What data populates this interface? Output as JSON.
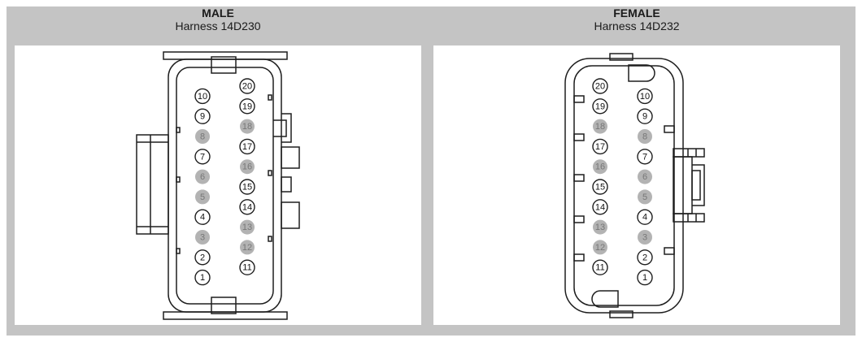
{
  "colors": {
    "frame": "#c4c4c4",
    "inactive_pin": "#b3b3b3",
    "inactive_text": "#777777",
    "line": "#1e1e1e"
  },
  "male": {
    "title": "MALE",
    "subtitle": "Harness  14D230",
    "pins": [
      {
        "label": "20",
        "col": 1,
        "row": 0,
        "active": true
      },
      {
        "label": "10",
        "col": 0,
        "row": 1,
        "active": true
      },
      {
        "label": "19",
        "col": 1,
        "row": 2,
        "active": true
      },
      {
        "label": "9",
        "col": 0,
        "row": 3,
        "active": true
      },
      {
        "label": "18",
        "col": 1,
        "row": 4,
        "active": false
      },
      {
        "label": "8",
        "col": 0,
        "row": 5,
        "active": false
      },
      {
        "label": "17",
        "col": 1,
        "row": 6,
        "active": true
      },
      {
        "label": "7",
        "col": 0,
        "row": 7,
        "active": true
      },
      {
        "label": "16",
        "col": 1,
        "row": 8,
        "active": false
      },
      {
        "label": "6",
        "col": 0,
        "row": 9,
        "active": false
      },
      {
        "label": "15",
        "col": 1,
        "row": 10,
        "active": true
      },
      {
        "label": "5",
        "col": 0,
        "row": 11,
        "active": false
      },
      {
        "label": "14",
        "col": 1,
        "row": 12,
        "active": true
      },
      {
        "label": "4",
        "col": 0,
        "row": 13,
        "active": true
      },
      {
        "label": "13",
        "col": 1,
        "row": 14,
        "active": false
      },
      {
        "label": "3",
        "col": 0,
        "row": 15,
        "active": false
      },
      {
        "label": "12",
        "col": 1,
        "row": 16,
        "active": false
      },
      {
        "label": "2",
        "col": 0,
        "row": 17,
        "active": true
      },
      {
        "label": "11",
        "col": 1,
        "row": 18,
        "active": true
      },
      {
        "label": "1",
        "col": 0,
        "row": 19,
        "active": true
      }
    ]
  },
  "female": {
    "title": "FEMALE",
    "subtitle": "Harness  14D232",
    "pins": [
      {
        "label": "20",
        "col": 0,
        "row": 0,
        "active": true
      },
      {
        "label": "10",
        "col": 1,
        "row": 1,
        "active": true
      },
      {
        "label": "19",
        "col": 0,
        "row": 2,
        "active": true
      },
      {
        "label": "9",
        "col": 1,
        "row": 3,
        "active": true
      },
      {
        "label": "18",
        "col": 0,
        "row": 4,
        "active": false
      },
      {
        "label": "8",
        "col": 1,
        "row": 5,
        "active": false
      },
      {
        "label": "17",
        "col": 0,
        "row": 6,
        "active": true
      },
      {
        "label": "7",
        "col": 1,
        "row": 7,
        "active": true
      },
      {
        "label": "16",
        "col": 0,
        "row": 8,
        "active": false
      },
      {
        "label": "6",
        "col": 1,
        "row": 9,
        "active": false
      },
      {
        "label": "15",
        "col": 0,
        "row": 10,
        "active": true
      },
      {
        "label": "5",
        "col": 1,
        "row": 11,
        "active": false
      },
      {
        "label": "14",
        "col": 0,
        "row": 12,
        "active": true
      },
      {
        "label": "4",
        "col": 1,
        "row": 13,
        "active": true
      },
      {
        "label": "13",
        "col": 0,
        "row": 14,
        "active": false
      },
      {
        "label": "3",
        "col": 1,
        "row": 15,
        "active": false
      },
      {
        "label": "12",
        "col": 0,
        "row": 16,
        "active": false
      },
      {
        "label": "2",
        "col": 1,
        "row": 17,
        "active": true
      },
      {
        "label": "11",
        "col": 0,
        "row": 18,
        "active": true
      },
      {
        "label": "1",
        "col": 1,
        "row": 19,
        "active": true
      }
    ]
  }
}
